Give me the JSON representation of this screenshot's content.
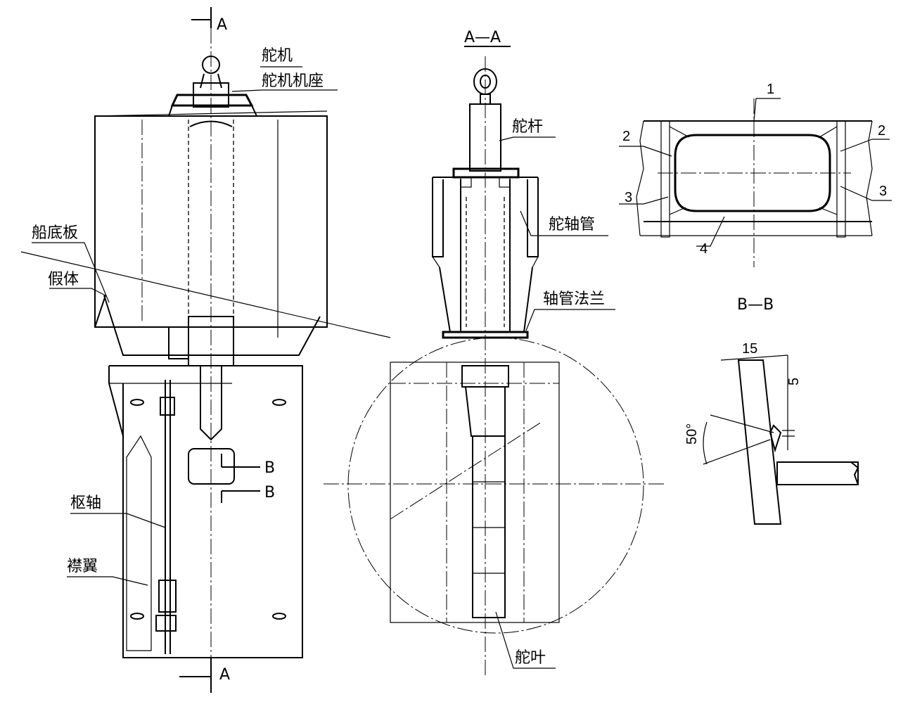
{
  "labels": {
    "rudder_gear": "舵机",
    "rudder_gear_seat": "舵机机座",
    "bottom_plate": "船底板",
    "dummy_body": "假体",
    "pivot_shaft": "枢轴",
    "flap": "襟翼",
    "rudder_stock": "舵杆",
    "rudder_tube": "舵轴管",
    "tube_flange": "轴管法兰",
    "rudder_blade": "舵叶"
  },
  "sections": {
    "aa_title": "A—A",
    "bb_title": "B—B",
    "a_top": "A",
    "a_bottom": "A",
    "b_upper": "B",
    "b_lower": "B"
  },
  "numbers": {
    "n1": "1",
    "n2_left": "2",
    "n2_right": "2",
    "n3_left": "3",
    "n3_right": "3",
    "n4": "4"
  },
  "dimensions": {
    "d15": "15",
    "d5": "5",
    "angle50": "50°"
  }
}
